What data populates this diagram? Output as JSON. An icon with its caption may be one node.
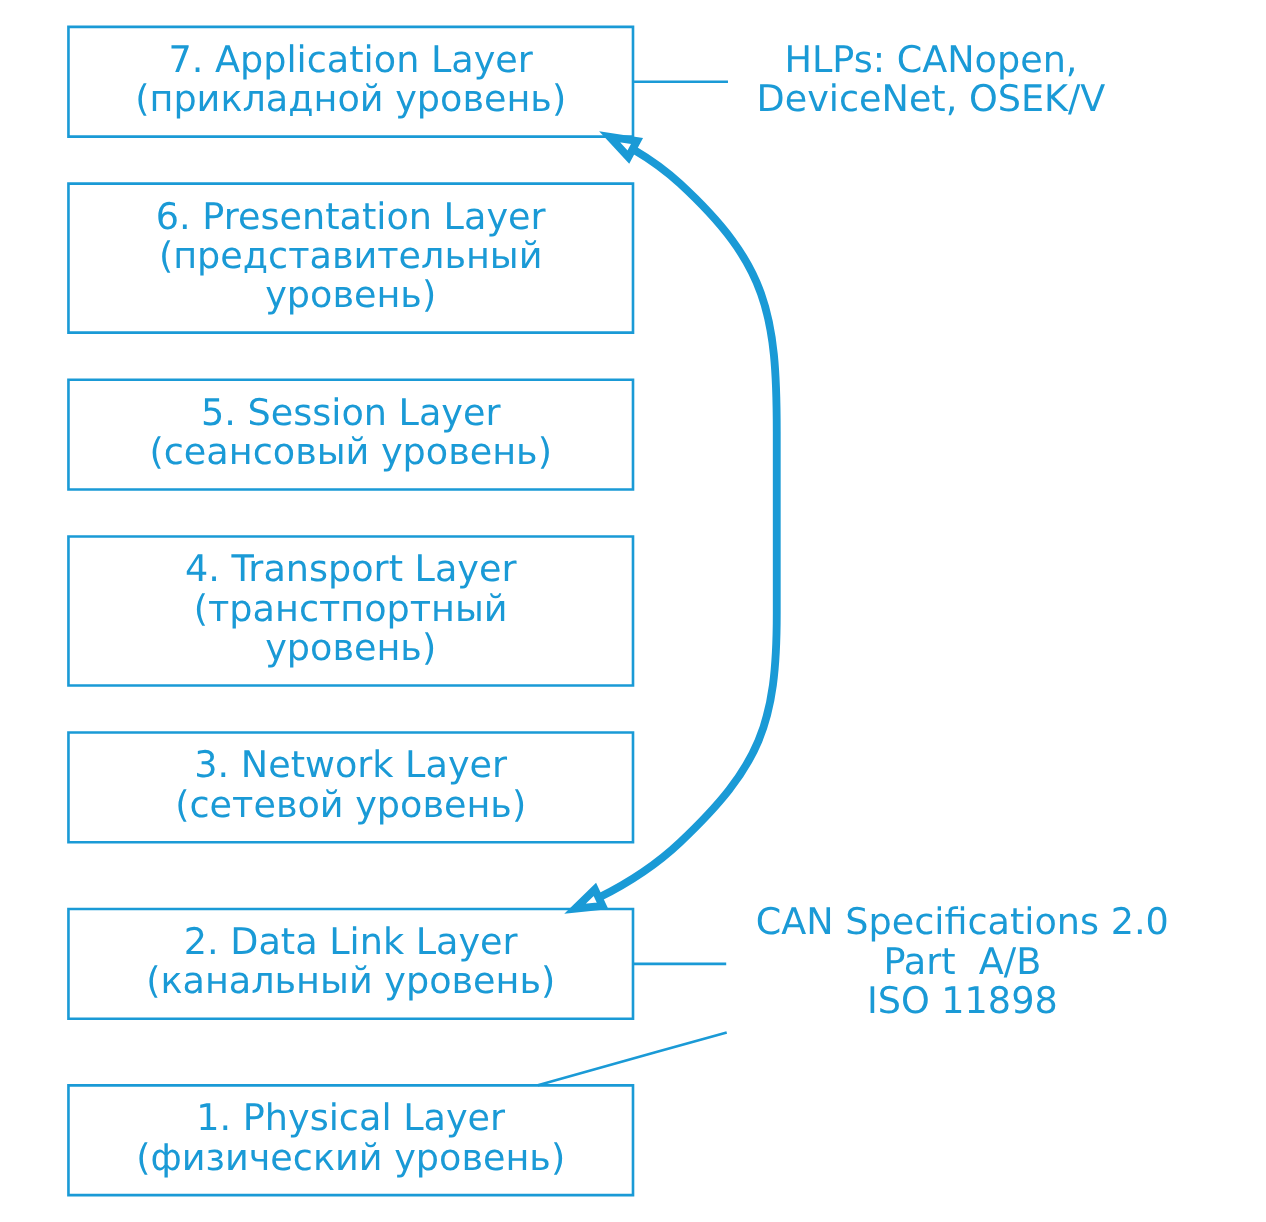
{
  "diagram": {
    "nodes": [
      {
        "text": [
          "7. Application Layer",
          "(прикладной уровень)"
        ]
      },
      {
        "text": [
          "6. Presentation Layer",
          "(представительный уровень)"
        ]
      },
      {
        "text": [
          "5. Session Layer",
          "(сеансовый уровень)"
        ]
      },
      {
        "text": [
          "4. Transport Layer",
          "(транстпортный уровень)"
        ]
      },
      {
        "text": [
          "3. Network Layer",
          "(сетевой уровень)"
        ]
      },
      {
        "text": [
          "2. Data Link Layer",
          "(канальный уровень)"
        ]
      },
      {
        "text": [
          "1. Physical Layer",
          "(физический уровень)"
        ]
      },
      {
        "text": [
          "HLPs: CANopen, DeviceNet, OSEK/V"
        ]
      },
      {
        "text": [
          "CAN Specifications 2.0 Part  A/B ISO 11898"
        ]
      }
    ],
    "edges": [
      {
        "from": 0,
        "to": 5,
        "arrow": "both",
        "style": "thick"
      },
      {
        "from": 0,
        "to": 7,
        "arrow": "none"
      },
      {
        "from": 5,
        "to": 8,
        "arrow": "none"
      },
      {
        "from": 6,
        "to": 8,
        "arrow": "none"
      }
    ]
  }
}
